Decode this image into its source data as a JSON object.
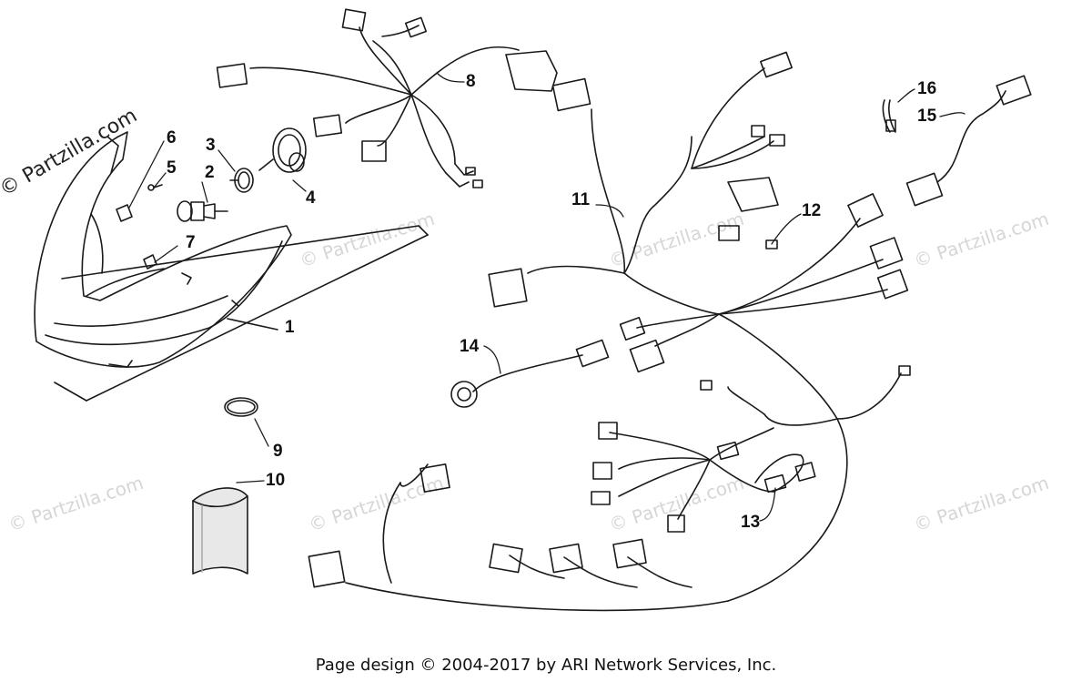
{
  "watermark": {
    "main": "© Partzilla.com",
    "faint": "© Partzilla.com"
  },
  "callouts": [
    {
      "id": "1",
      "label": "1"
    },
    {
      "id": "2",
      "label": "2"
    },
    {
      "id": "3",
      "label": "3"
    },
    {
      "id": "4",
      "label": "4"
    },
    {
      "id": "5",
      "label": "5"
    },
    {
      "id": "6",
      "label": "6"
    },
    {
      "id": "7",
      "label": "7"
    },
    {
      "id": "8",
      "label": "8"
    },
    {
      "id": "9",
      "label": "9"
    },
    {
      "id": "10",
      "label": "10"
    },
    {
      "id": "11",
      "label": "11"
    },
    {
      "id": "12",
      "label": "12"
    },
    {
      "id": "13",
      "label": "13"
    },
    {
      "id": "14",
      "label": "14"
    },
    {
      "id": "15",
      "label": "15"
    },
    {
      "id": "16",
      "label": "16"
    }
  ],
  "footer": {
    "text": "Page design © 2004-2017 by ARI Network Services, Inc."
  },
  "colors": {
    "line": "#1a1a1a",
    "watermark": "#d6d6d6"
  }
}
